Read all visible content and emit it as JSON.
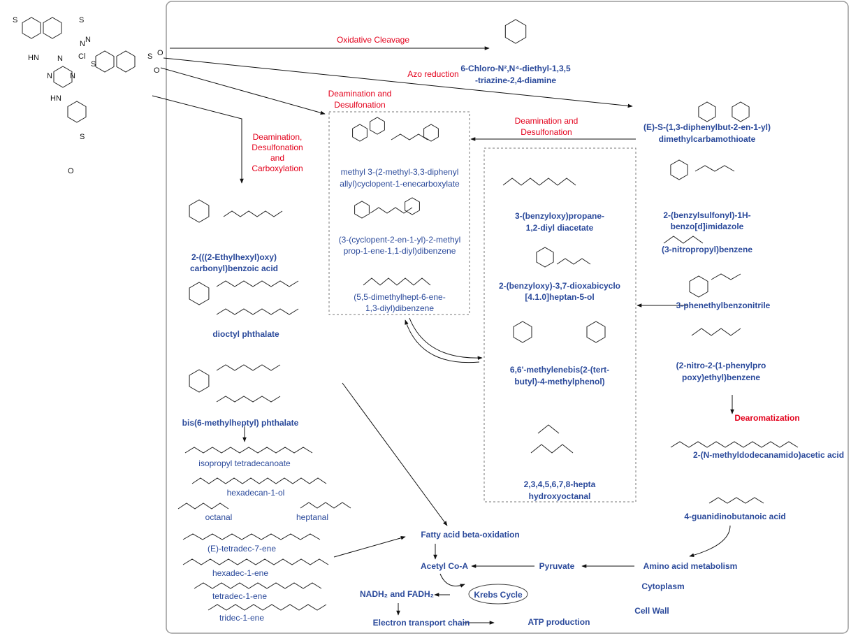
{
  "colors": {
    "compound_label": "#2b4a9b",
    "reaction_label": "#e3001b",
    "frame": "#9a9a9a"
  },
  "reactions": {
    "oxidative_cleavage": "Oxidative Cleavage",
    "azo_reduction": "Azo reduction",
    "deam_desulf_1": [
      "Deamination and",
      "Desulfonation"
    ],
    "deam_desulf_2": [
      "Deamination and",
      "Desulfonation"
    ],
    "deam_desulf_carbox": [
      "Deamination,",
      "Desulfonation",
      "and",
      "Carboxylation"
    ],
    "dearomatization": "Dearomatization"
  },
  "parent_atoms": [
    "HN",
    "HN",
    "N",
    "N",
    "N",
    "Cl",
    "N",
    "N",
    "S",
    "S",
    "S",
    "S",
    "S",
    "O",
    "O",
    "O"
  ],
  "compounds_top": {
    "triazine": [
      "6-Chloro-N²,N⁴-diethyl-1,3,5",
      "-triazine-2,4-diamine"
    ],
    "carbamothioate": [
      "(E)-S-(1,3-diphenylbut-2-en-1-yl)",
      "dimethylcarbamothioate"
    ]
  },
  "left_column": {
    "ethylhexyl": [
      "2-(((2-Ethylhexyl)oxy)",
      "carbonyl)benzoic acid"
    ],
    "dioctyl": "dioctyl phthalate",
    "bis_methylheptyl": "bis(6-methylheptyl) phthalate",
    "products": [
      "isopropyl tetradecanoate",
      "hexadecan-1-ol",
      "octanal",
      "heptanal",
      "(E)-tetradec-7-ene",
      "hexadec-1-ene",
      "tetradec-1-ene",
      "tridec-1-ene"
    ]
  },
  "box1": [
    [
      "methyl 3-(2-methyl-3,3-diphenyl",
      "allyl)cyclopent-1-enecarboxylate"
    ],
    [
      "(3-(cyclopent-2-en-1-yl)-2-methyl",
      "prop-1-ene-1,1-diyl)dibenzene"
    ],
    [
      "(5,5-dimethylhept-6-ene-",
      "1,3-diyl)dibenzene"
    ]
  ],
  "box2": [
    [
      "3-(benzyloxy)propane-",
      "1,2-diyl diacetate"
    ],
    [
      "2-(benzyloxy)-3,7-dioxabicyclo",
      "[4.1.0]heptan-5-ol"
    ],
    [
      "6,6'-methylenebis(2-(tert-",
      "butyl)-4-methylphenol)"
    ],
    [
      "2,3,4,5,6,7,8-hepta",
      "hydroxyoctanal"
    ]
  ],
  "right_column": {
    "benzimidazole": [
      "2-(benzylsulfonyl)-1H-",
      "benzo[d]imidazole"
    ],
    "nitropropyl": "(3-nitropropyl)benzene",
    "benzonitrile": "3-phenethylbenzonitrile",
    "nitro_phenylpropoxy": [
      "(2-nitro-2-(1-phenylpro",
      "poxy)ethyl)benzene"
    ],
    "dodecanamido": "2-(N-methyldodecanamido)acetic acid",
    "guanidino": "4-guanidinobutanoic acid"
  },
  "pathway": {
    "fatty_acid": "Fatty acid beta-oxidation",
    "acetyl_coa": "Acetyl Co-A",
    "pyruvate": "Pyruvate",
    "amino_acid": "Amino acid metabolism",
    "cytoplasm": "Cytoplasm",
    "cell_wall": "Cell Wall",
    "nadh": "NADH₂ and FADH₂",
    "krebs": "Krebs Cycle",
    "etc": "Electron transport chain",
    "atp": "ATP production"
  }
}
